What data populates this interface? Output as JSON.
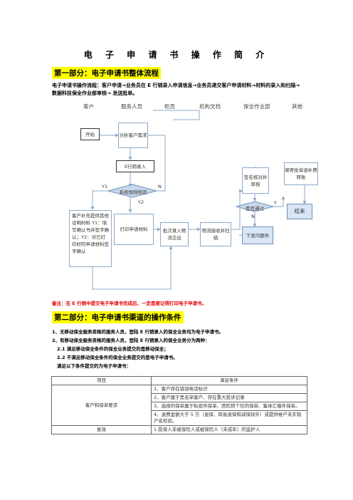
{
  "doc": {
    "title": "电 子 申 请 书 操 作 简 介",
    "part1_heading": "第一部分：电子申请书整体流程",
    "part1_paragraph": "电子申请书操作流程：客户申请→业务员在 E 行销录入申请信息→业务员递交客户申请材料→材料的录入和扫描→数据科技保全作业部审核→ 发送批单。",
    "lanes": [
      "客户",
      "服务人员",
      "柜员",
      "机构文档",
      "保全作业部",
      "其他"
    ],
    "flow": {
      "start": "开始",
      "analyze": "分析客户需求",
      "e_entry": "E行销录入",
      "rule_check": "系统规则校验",
      "y1": "Y1",
      "y2": "Y2",
      "n_label": "N",
      "customer_supplement": "客户补充提供其他证明材料 Y1：填写确认书并签字确认；Y2：对已打印好的申请材料签字确认",
      "print_form": "打印申请材料",
      "batch_entry": "批次录入物流交出",
      "logistics": "物流接收并扫描",
      "sign_check": "签名核对并审核",
      "approval_pass": "是否通过",
      "y_label": "Y",
      "n2_label": "N",
      "send_issue": "下发问题件",
      "mail_approval": "邮寄批单退补费转账",
      "end": "结束"
    },
    "note": "备注：在 E 行销中提交电子申请书完成后，一定是要记得打印电子申请书。",
    "part2_heading": "第二部分：电子申请书渠道的操作条件",
    "list": [
      "1、无移动保全服务资格的服务人员，登陆 E 行销录入的保全业务均为电子申请书。",
      "2、有移动保全服务资格的服务人员，登陆 E 行销录入的保全业务分为两种：",
      "2.1 满足移动保全条件的保全业务提交的是移动保全；",
      "2.2 不满足移动保全条件的保全业务提交的是电子申请书。",
      "满足以下条件提交的为电子申请书："
    ],
    "table": {
      "headers": [
        "项目",
        "满足条件"
      ],
      "group_label": "客户和保单要求",
      "conditions": [
        "1、客户存在错误电话标识",
        "2、客户属于黑名单客户、存在重大投诉记录",
        "3、选择的保单属于私密件保单、团险转个险的保单、集体汇缴件保单。",
        "4、退费金额大于 5 万（退保、简易退保和减保除外）或提供帐户未实现户名校验。"
      ],
      "row2_label": "复效",
      "row2_condition": "1.投保人非被保险人或被保险人（未成年）的监护人"
    }
  }
}
